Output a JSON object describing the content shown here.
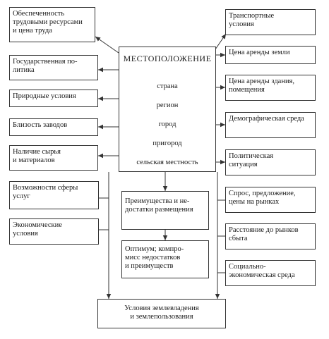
{
  "center": {
    "title": "МЕСТОПОЛОЖЕНИЕ",
    "items": [
      "страна",
      "регион",
      "город",
      "пригород",
      "сельская местность"
    ]
  },
  "left": [
    [
      "Обеспеченность",
      "трудовыми ресурсами",
      "и цена труда"
    ],
    [
      "Государственная по-",
      "литика"
    ],
    [
      "Природные условия"
    ],
    [
      "Близость заводов"
    ],
    [
      "Наличие сырья",
      "и материалов"
    ],
    [
      "Возможности сферы",
      "услуг"
    ],
    [
      "Экономические",
      "условия"
    ]
  ],
  "right": [
    [
      "Транспортные",
      "условия"
    ],
    [
      "Цена аренды земли"
    ],
    [
      "Цена аренды здания,",
      "помещения"
    ],
    [
      "Демографическая среда"
    ],
    [
      "Политическая",
      "ситуация"
    ],
    [
      "Спрос, предложение,",
      "цены на рынках"
    ],
    [
      "Расстояние до рынков",
      "сбыта"
    ],
    [
      "Социально-",
      "экономическая среда"
    ]
  ],
  "middle": [
    [
      "Преимущества и не-",
      "достатки размещения"
    ],
    [
      "Оптимум; компро-",
      "мисс недостатков",
      "и преимуществ"
    ]
  ],
  "bottom": [
    "Условия землевладения",
    "и землепользования"
  ]
}
